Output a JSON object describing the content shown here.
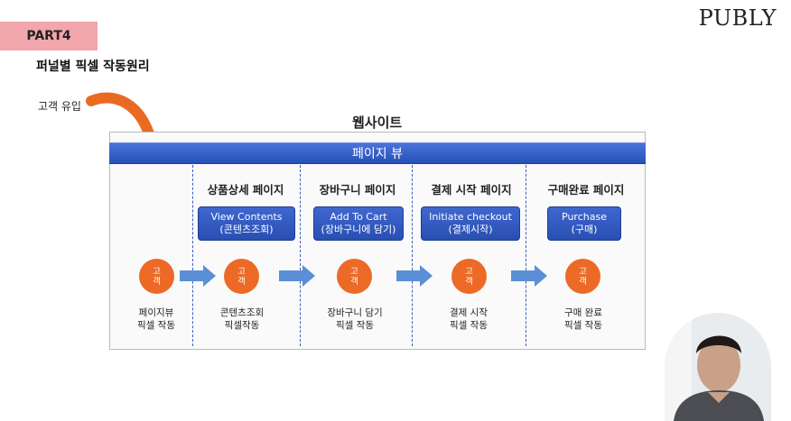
{
  "header": {
    "part": "PART4",
    "subtitle": "퍼널별 픽셀 작동원리",
    "logo": "PUBLY"
  },
  "inflow_label": "고객 유입",
  "website_label": "웹사이트",
  "pageview_label": "페이지 뷰",
  "customer_label": "고객",
  "stages": [
    {
      "title": "",
      "event": null,
      "caption": [
        "페이지뷰",
        "픽셀 작동"
      ]
    },
    {
      "title": "상품상세 페이지",
      "event": [
        "View Contents",
        "(콘텐츠조회)"
      ],
      "caption": [
        "콘텐츠조회",
        "픽셀작동"
      ]
    },
    {
      "title": "장바구니 페이지",
      "event": [
        "Add To Cart",
        "(장바구니에 담기)"
      ],
      "caption": [
        "장바구니 담기",
        "픽셀 작동"
      ]
    },
    {
      "title": "결제 시작 페이지",
      "event": [
        "Initiate checkout",
        "(결제시작)"
      ],
      "caption": [
        "결제 시작",
        "픽셀 작동"
      ]
    },
    {
      "title": "구매완료 페이지",
      "event": [
        "Purchase",
        "(구매)"
      ],
      "caption": [
        "구매 완료",
        "픽셀 작동"
      ]
    }
  ],
  "colors": {
    "badge": "#f2a7ad",
    "accent_blue": "#2a4fb2",
    "customer_orange": "#ec6a26",
    "arrow_blue": "#5a8fd6",
    "inflow_arrow": "#ea6a24"
  },
  "icons": [
    "curved-inflow-arrow-icon",
    "flow-arrow-icon"
  ]
}
